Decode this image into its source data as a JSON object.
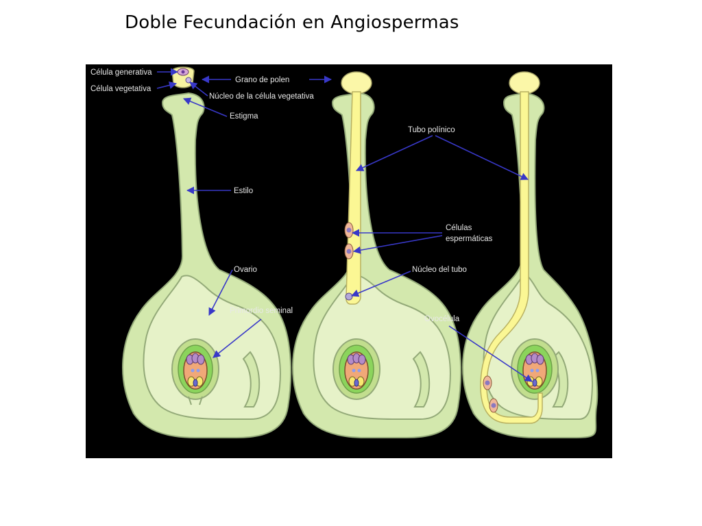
{
  "title": "Doble Fecundación en Angiospermas",
  "labels": {
    "celula_generativa": "Célula generativa",
    "celula_vegetativa": "Célula vegetativa",
    "grano_de_polen": "Grano de polen",
    "nucleo_celula_vegetativa": "Núcleo de la célula vegetativa",
    "estigma": "Estigma",
    "estilo": "Estilo",
    "ovario": "Ovario",
    "primordio_seminal": "Primordio seminal",
    "tubo_polinico": "Tubo polínico",
    "celulas_espermaticas_1": "Células",
    "celulas_espermaticas_2": "espermáticas",
    "nucleo_del_tubo": "Núcleo del tubo",
    "ovocelula": "Ovocélula"
  },
  "colors": {
    "background": "#000000",
    "pistil_light": "#e6f2c8",
    "pistil": "#d3e8ad",
    "outline": "#93a978",
    "pollen_tube": "#fbf794",
    "ovule_green": "#8bd45c",
    "embryo_sac": "#f0a878",
    "arrow": "#3838c8"
  }
}
